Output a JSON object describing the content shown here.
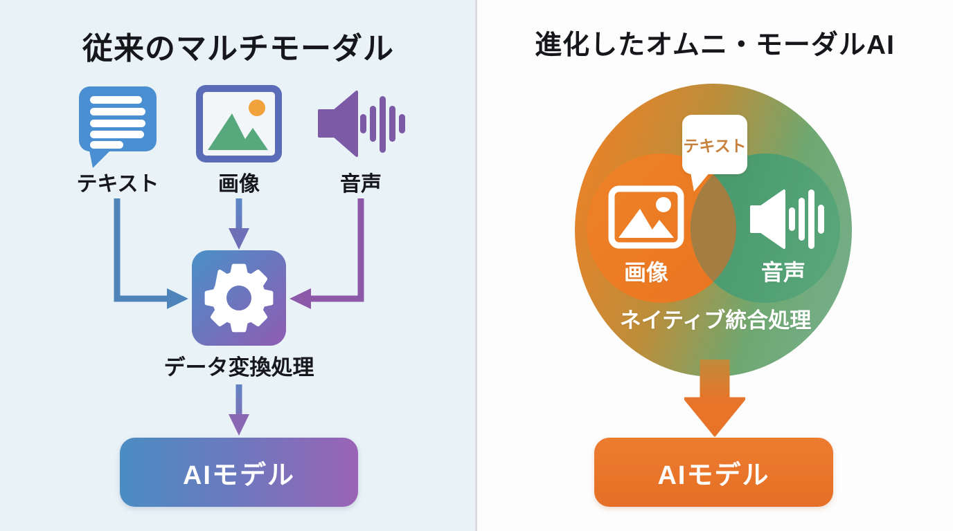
{
  "layout_colors": {
    "left_background": "#e9f2f7",
    "right_background": "#fdfdfd",
    "divider": "#d7dbde",
    "title_text": "#15171b"
  },
  "left_panel": {
    "title": "従来のマルチモーダル",
    "inputs": [
      {
        "label": "テキスト",
        "icon": "speech-bubble-icon",
        "color": "#4a8fd1"
      },
      {
        "label": "画像",
        "icon": "image-icon",
        "color": "#5a6cb8",
        "sun_color": "#f2a23c",
        "mountain_color": "#57a87d"
      },
      {
        "label": "音声",
        "icon": "speaker-icon",
        "color": "#7d5aa6"
      }
    ],
    "process": {
      "label": "データ変換処理",
      "icon": "gear-icon",
      "gradient": [
        "#4a90c8",
        "#8f5cb2"
      ]
    },
    "output": {
      "label": "AIモデル",
      "gradient": [
        "#4b8dc3",
        "#9a63b6"
      ]
    },
    "arrow_colors": {
      "left": "#4e84ba",
      "middle": "#5f7fc0",
      "right": "#8c58a8",
      "down": "#7577bd"
    }
  },
  "right_panel": {
    "title": "進化したオムニ・モーダルAI",
    "venn": {
      "text_label": "テキスト",
      "image_label": "画像",
      "audio_label": "音声",
      "process_label": "ネイティブ統合処理",
      "orange_circle": "#ed7c27",
      "green_circle": "#4e9b70",
      "overlap": "#a87c42",
      "outer_gradient": [
        "#ec8126",
        "#bb8e3b",
        "#74ad85"
      ],
      "bubble_text_color": "#c7813f"
    },
    "big_arrow_color": "#e8742a",
    "output": {
      "label": "AIモデル",
      "color": "#e7742b"
    }
  }
}
